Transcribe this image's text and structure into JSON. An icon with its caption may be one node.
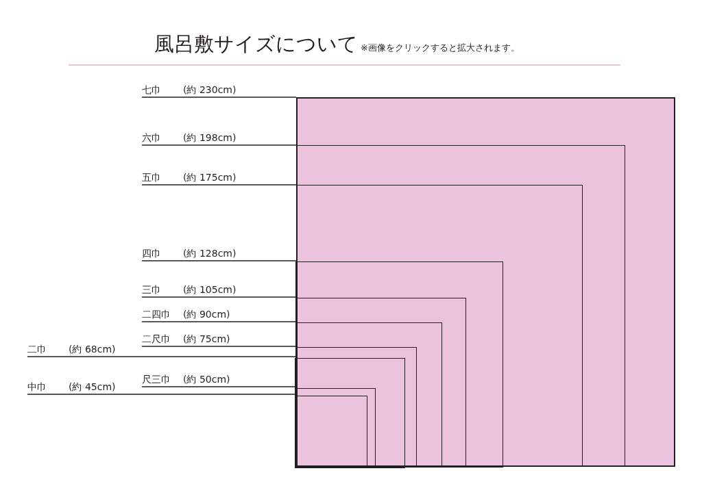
{
  "diagram": {
    "title": "風呂敷サイズについて",
    "nodes": [
      {
        "text": [
          "七巾",
          "(約 230cm)"
        ]
      },
      {
        "text": [
          "六巾",
          "(約 198cm)"
        ]
      },
      {
        "text": [
          "五巾",
          "(約 175cm)"
        ]
      },
      {
        "text": [
          "四巾",
          "(約 128cm)"
        ]
      },
      {
        "text": [
          "三巾",
          "(約 105cm)"
        ]
      },
      {
        "text": [
          "二四巾",
          "(約 90cm)"
        ]
      },
      {
        "text": [
          "二尺巾",
          "(約 75cm)"
        ]
      },
      {
        "text": [
          "二巾",
          "(約 68cm)"
        ]
      },
      {
        "text": [
          "尺三巾",
          "(約 50cm)"
        ]
      },
      {
        "text": [
          "中巾",
          "(約 45cm)"
        ]
      },
      {
        "text": [],
        "shape": "box"
      },
      {
        "text": [],
        "shape": "box",
        "in": 10
      },
      {
        "text": [],
        "shape": "box",
        "in": 11
      },
      {
        "text": [],
        "shape": "box",
        "in": 12
      },
      {
        "text": [],
        "shape": "box",
        "in": 13
      },
      {
        "text": [],
        "shape": "box",
        "in": 14
      },
      {
        "text": [],
        "shape": "box",
        "in": 15
      },
      {
        "text": [],
        "shape": "box",
        "in": 16
      },
      {
        "text": [],
        "shape": "box",
        "in": 17
      },
      {
        "text": [],
        "shape": "box",
        "in": 18
      }
    ],
    "edges": [
      {
        "from": 0,
        "to": 10,
        "arrow": "none"
      },
      {
        "from": 1,
        "to": 11,
        "arrow": "none"
      },
      {
        "from": 2,
        "to": 12,
        "arrow": "none"
      },
      {
        "from": 3,
        "to": 13,
        "arrow": "none"
      },
      {
        "from": 4,
        "to": 14,
        "arrow": "none"
      },
      {
        "from": 5,
        "to": 15,
        "arrow": "none"
      },
      {
        "from": 6,
        "to": 16,
        "arrow": "none"
      },
      {
        "from": 7,
        "to": 17,
        "arrow": "none"
      },
      {
        "from": 8,
        "to": 18,
        "arrow": "none"
      },
      {
        "from": 9,
        "to": 19,
        "arrow": "none"
      }
    ],
    "labels": [
      "※画像をクリックすると拡大されます。"
    ]
  }
}
